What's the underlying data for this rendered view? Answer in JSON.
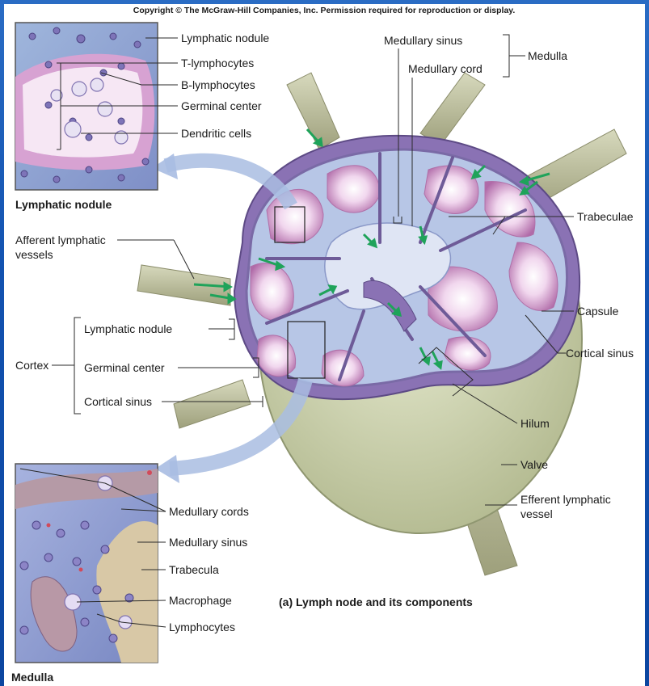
{
  "copyright": "Copyright © The McGraw-Hill Companies, Inc. Permission required for reproduction or display.",
  "caption": "(a) Lymph node and its components",
  "inset_nodule": {
    "title": "Lymphatic nodule",
    "labels": [
      "Lymphatic nodule",
      "T-lymphocytes",
      "B-lymphocytes",
      "Germinal center",
      "Dendritic cells"
    ]
  },
  "inset_medulla": {
    "title": "Medulla",
    "labels": [
      "Medullary cords",
      "Medullary sinus",
      "Trabecula",
      "Macrophage",
      "Lymphocytes"
    ]
  },
  "main": {
    "medullary_sinus": "Medullary sinus",
    "medullary_cord": "Medullary cord",
    "medulla": "Medulla",
    "trabeculae": "Trabeculae",
    "afferent": [
      "Afferent lymphatic",
      "vessels"
    ],
    "capsule": "Capsule",
    "cortical_sinus_right": "Cortical sinus",
    "cortex": "Cortex",
    "cortex_parts": [
      "Lymphatic nodule",
      "Germinal center",
      "Cortical sinus"
    ],
    "hilum": "Hilum",
    "valve": "Valve",
    "efferent": [
      "Efferent lymphatic",
      "vessel"
    ]
  },
  "colors": {
    "lymph_purple": "#8a72b4",
    "nodule_pink": "#d9a8d4",
    "capsule_green": "#c9cfa8",
    "sinus_blue": "#b7c6e6",
    "arrow_green": "#1fa35a"
  }
}
